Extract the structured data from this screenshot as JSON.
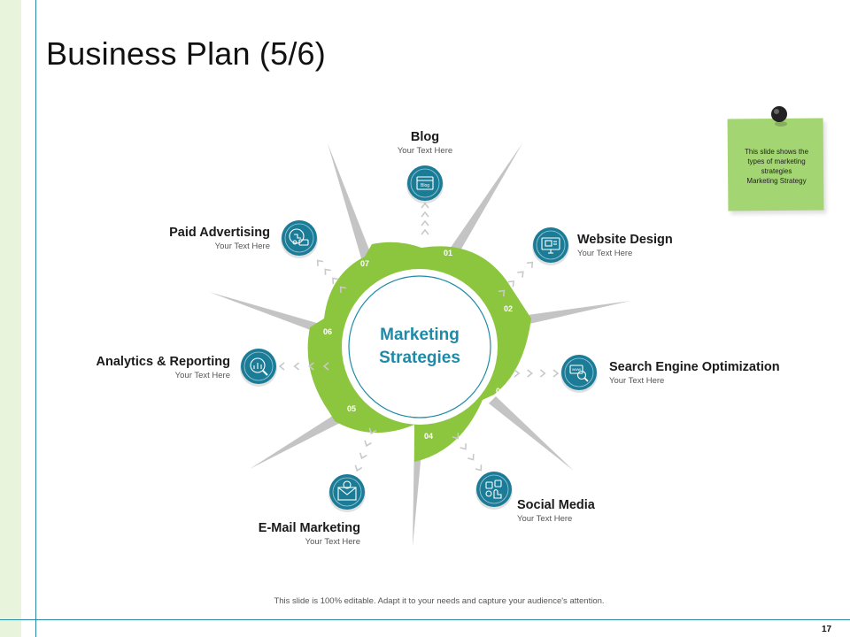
{
  "title": "Business Plan (5/6)",
  "center": {
    "line1": "Marketing",
    "line2": "Strategies"
  },
  "items": [
    {
      "num": "01",
      "title": "Blog",
      "text": "Your Text Here",
      "icon": "blog-icon"
    },
    {
      "num": "02",
      "title": "Website Design",
      "text": "Your Text Here",
      "icon": "monitor-icon"
    },
    {
      "num": "03",
      "title": "Search Engine Optimization",
      "text": "Your Text Here",
      "icon": "www-search-icon"
    },
    {
      "num": "04",
      "title": "Social Media",
      "text": "Your Text Here",
      "icon": "social-media-icon"
    },
    {
      "num": "05",
      "title": "E-Mail Marketing",
      "text": "Your Text Here",
      "icon": "envelope-icon"
    },
    {
      "num": "06",
      "title": "Analytics & Reporting",
      "text": "Your Text Here",
      "icon": "analytics-icon"
    },
    {
      "num": "07",
      "title": "Paid Advertising",
      "text": "Your Text Here",
      "icon": "paid-ad-icon"
    }
  ],
  "note": {
    "line1": "This slide shows the",
    "line2": "types of marketing",
    "line3": "strategies",
    "line4": "Marketing Strategy"
  },
  "footer": "This slide is 100% editable. Adapt it to your needs and capture your audience's attention.",
  "page_number": "17",
  "colors": {
    "green": "#8cc63f",
    "teal": "#1b7c98",
    "accent_text": "#1f8aa8"
  }
}
